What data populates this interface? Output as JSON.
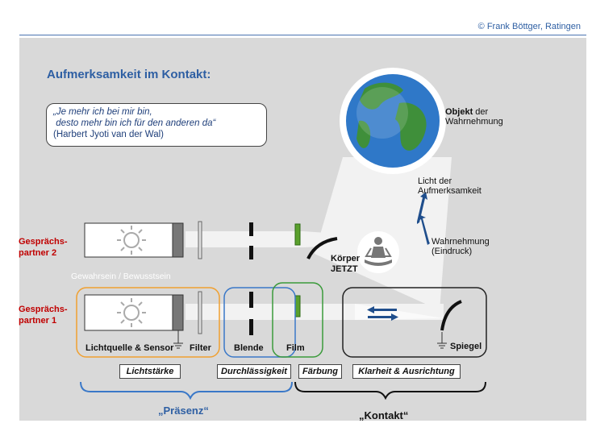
{
  "copyright": "© Frank Böttger, Ratingen",
  "title": "Aufmerksamkeit im Kontakt:",
  "quote": {
    "line1": "„Je mehr ich bei mir bin,",
    "line2": " desto mehr bin ich für den anderen da“",
    "line3": " (Harbert Jyoti van der Wal)"
  },
  "partner2": {
    "line1": "Gesprächs-",
    "line2": "partner 2"
  },
  "partner1": {
    "line1": "Gesprächs-",
    "line2": "partner 1"
  },
  "gewahrsein": "Gewahrsein / Bewusstsein",
  "objekt": {
    "bold": "Objekt",
    "rest": " der",
    "line2": "Wahrnehmung"
  },
  "licht": {
    "line1": "Licht der",
    "line2": "Aufmerksamkeit"
  },
  "wahrnehmung": {
    "line1": "Wahrnehmung",
    "line2": "(Eindruck)"
  },
  "koerper": {
    "line1": "Körper",
    "line2": "JETZT"
  },
  "components": {
    "lichtquelle": "Lichtquelle & Sensor",
    "filter": "Filter",
    "blende": "Blende",
    "film": "Film",
    "spiegel": "Spiegel"
  },
  "tags": {
    "lichtstaerke": "Lichtstärke",
    "durchlaessigkeit": "Durchlässigkeit",
    "faerbung": "Färbung",
    "klarheit": "Klarheit & Ausrichtung"
  },
  "praesenz": "„Präsenz“",
  "kontakt": "„Kontakt“",
  "colors": {
    "accent_blue": "#2e5fa3",
    "red": "#c00000",
    "orange": "#f0a030",
    "blue_box": "#3a78c8",
    "green": "#3a9a3a",
    "filter_green": "#5aa02c",
    "arrow_blue": "#1f4e8c"
  }
}
